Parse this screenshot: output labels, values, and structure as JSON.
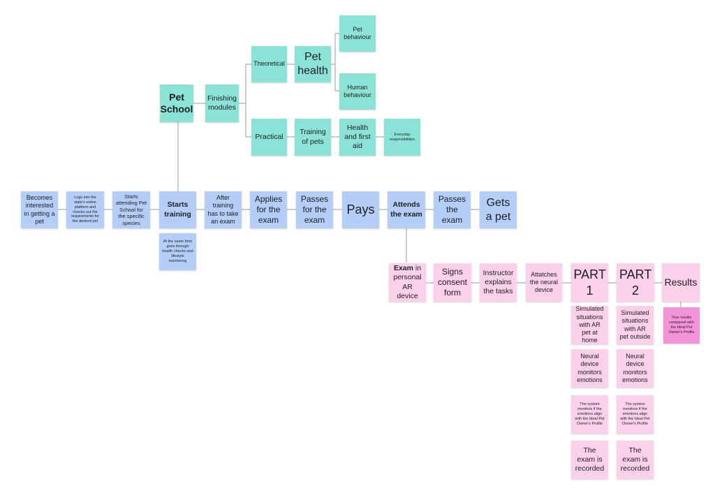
{
  "notes": {
    "pet_school": "Pet School",
    "finishing_modules": "Finishing modules",
    "theoretical": "Theoretical",
    "pet_health": "Pet health",
    "pet_behaviour": "Pet behaviour",
    "human_behaviour": "Human behaviour",
    "practical": "Practical",
    "training_of_pets": "Training of pets",
    "health_first_aid": "Health and first aid",
    "everyday_responsibilities": "Everyday responsibilities",
    "becomes_interested": "Becomes interested in getting a pet",
    "logs_into": "Logs into the state's online platform and checks out the requirements for the desired pet",
    "starts_attending": "Starts attending Pet School for the specific species",
    "starts_training": "Starts training",
    "at_same_time": "At the same time goes through health checks and lifestyle monitoring",
    "after_training": "After training has to take an exam",
    "applies_exam": "Applies for the exam",
    "passes_for_exam": "Passes for the exam",
    "pays": "Pays",
    "attends_exam": "Attends the exam",
    "passes_the_exam": "Passes the exam",
    "gets_a_pet": "Gets a pet",
    "exam_bold": "Exam",
    "exam_rest": " in personal AR device",
    "signs_consent": "Signs consent form",
    "instructor_explains": "Instructor explains the tasks",
    "attaches_device": "Attatches the neural device",
    "part1": "PART 1",
    "part2": "PART 2",
    "results": "Results",
    "your_results": "Your results compared with the Ideal Pet Owner's Profile",
    "sim_home": "Simulated situations with AR pet at home",
    "sim_outside": "Simulated situations with AR pet outside",
    "neural_monitors_1": "Neural device monitors emotions",
    "neural_monitors_2": "Neural device monitors emotions",
    "system_monitors_1": "The system monitors if the emotions align with the Ideal Pet Owner's Profile",
    "system_monitors_2": "The system monitors if the emotions align with the Ideal Pet Owner's Profile",
    "recorded_1": "The exam is recorded",
    "recorded_2": "The exam is recorded"
  },
  "colors": {
    "teal": "#8be3d8",
    "blue": "#b4cef8",
    "pink": "#fbd0ea",
    "hot_pink": "#f593d8",
    "connector": "#9a9a9a"
  }
}
